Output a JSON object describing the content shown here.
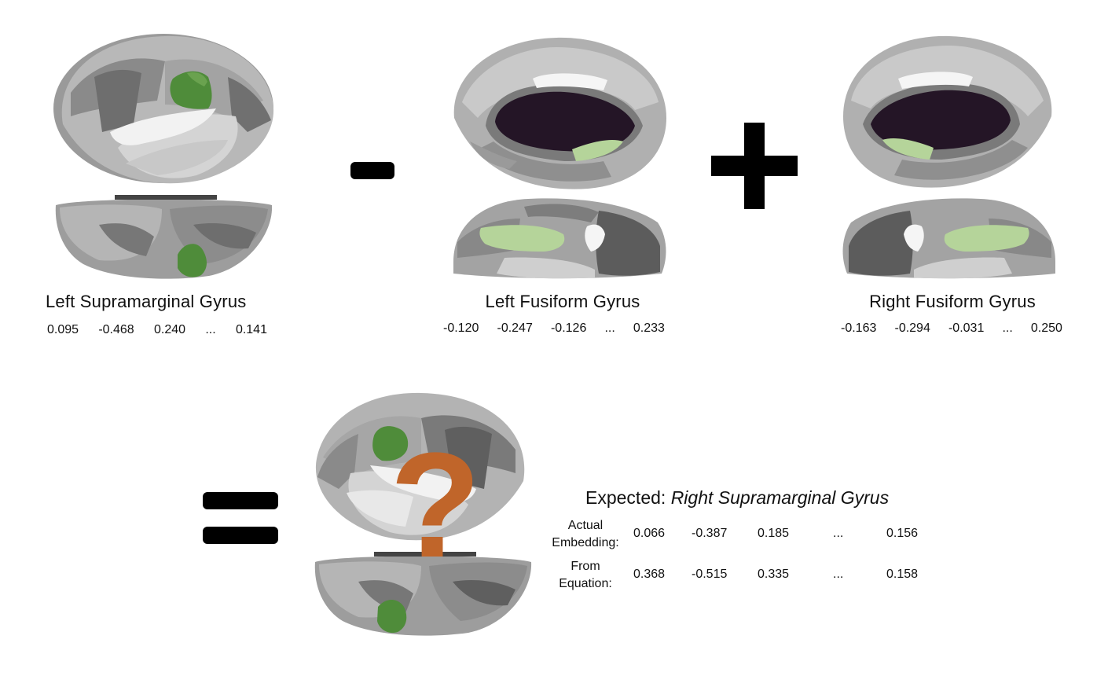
{
  "regions": [
    {
      "id": "left-supramarginal",
      "label": "Left Supramarginal Gyrus",
      "values": [
        "0.095",
        "-0.468",
        "0.240",
        "...",
        "0.141"
      ]
    },
    {
      "id": "left-fusiform",
      "label": "Left Fusiform Gyrus",
      "values": [
        "-0.120",
        "-0.247",
        "-0.126",
        "...",
        "0.233"
      ]
    },
    {
      "id": "right-fusiform",
      "label": "Right Fusiform Gyrus",
      "values": [
        "-0.163",
        "-0.294",
        "-0.031",
        "...",
        "0.250"
      ]
    }
  ],
  "operators": {
    "minus": "-",
    "plus": "+",
    "equals": "=",
    "question": "?"
  },
  "result": {
    "expected_prefix": "Expected:",
    "expected_name": "Right Supramarginal Gyrus",
    "actual_label_line1": "Actual",
    "actual_label_line2": "Embedding:",
    "actual_values": [
      "0.066",
      "-0.387",
      "0.185",
      "...",
      "0.156"
    ],
    "equation_label_line1": "From",
    "equation_label_line2": "Equation:",
    "equation_values": [
      "0.368",
      "-0.515",
      "0.335",
      "...",
      "0.158"
    ]
  },
  "colors": {
    "highlight_dark": "#4f8c3a",
    "highlight_light": "#b5d49a",
    "question": "#c0652a",
    "ventricle": "#241526"
  }
}
